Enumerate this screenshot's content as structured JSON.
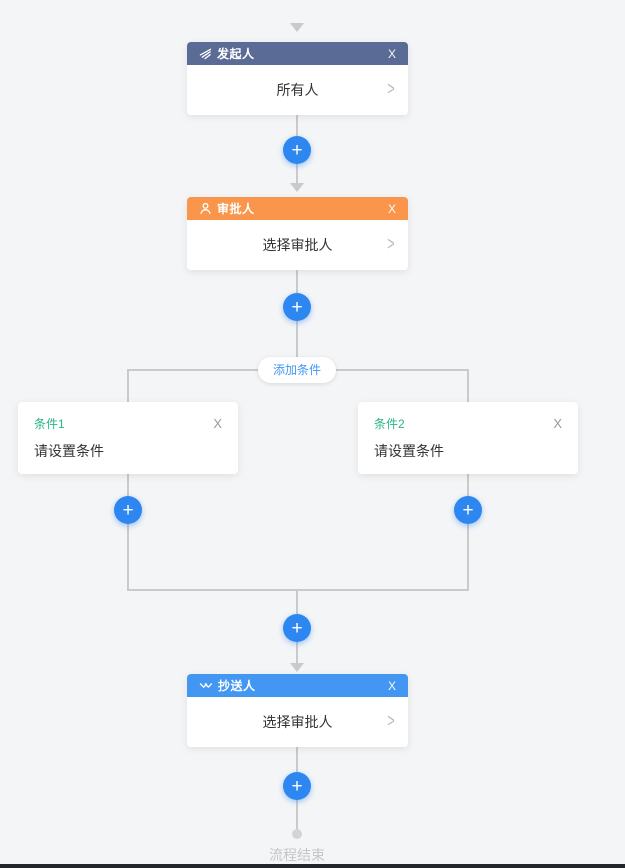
{
  "labels": {
    "plus": "+",
    "close": "X",
    "chevron": ">",
    "add_condition": "添加条件"
  },
  "nodes": {
    "initiator": {
      "title": "发起人",
      "value": "所有人",
      "icon": "send-icon"
    },
    "approver": {
      "title": "审批人",
      "value": "选择审批人",
      "icon": "user-icon"
    },
    "cc": {
      "title": "抄送人",
      "value": "选择审批人",
      "icon": "heart-check-icon"
    }
  },
  "branch": {
    "conditions": [
      {
        "title": "条件1",
        "value": "请设置条件"
      },
      {
        "title": "条件2",
        "value": "请设置条件"
      }
    ]
  },
  "end_label": "流程结束",
  "colors": {
    "background": "#f4f5f7",
    "line": "#cacaca",
    "slate_header": "#5a6b95",
    "orange_header": "#f9964b",
    "blue_header": "#4397f3",
    "plus_blue": "#2e87f0",
    "condition_green": "#2bb586",
    "link_blue": "#4596f2",
    "end_gray": "#c6c6c9"
  }
}
